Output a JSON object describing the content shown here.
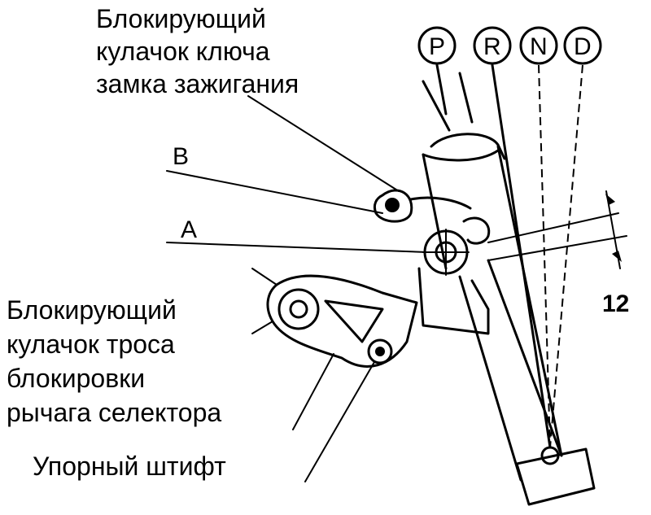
{
  "labels": {
    "ignition_cam_line1": "Блокирующий",
    "ignition_cam_line2": "кулачок ключа",
    "ignition_cam_line3": "замка зажигания",
    "cable_cam_line1": "Блокирующий",
    "cable_cam_line2": "кулачок троса",
    "cable_cam_line3": "блокировки",
    "cable_cam_line4": "рычага селектора",
    "stop_pin": "Упорный штифт",
    "point_a": "A",
    "point_b": "B",
    "dimension": "12"
  },
  "positions": [
    {
      "name": "P"
    },
    {
      "name": "R"
    },
    {
      "name": "N"
    },
    {
      "name": "D"
    }
  ],
  "colors": {
    "ink": "#000000",
    "background": "#ffffff"
  }
}
